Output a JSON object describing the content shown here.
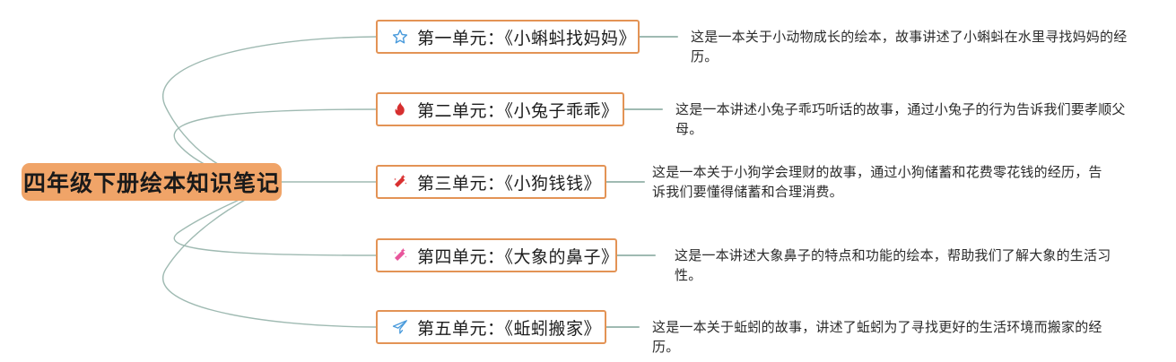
{
  "root": {
    "label": "四年级下册绘本知识笔记",
    "color": "#F0A468"
  },
  "theme": {
    "node_border": "#E39355",
    "edge_color": "#9FBAB2",
    "text_color": "#2b2b2b"
  },
  "branches": [
    {
      "icon": "star-icon",
      "icon_color": "#4A9BDC",
      "label": "第一单元：《小蝌蚪找妈妈》",
      "description": "这是一本关于小动物成长的绘本，故事讲述了小蝌蚪在水里寻找妈妈的经历。"
    },
    {
      "icon": "flame-icon",
      "icon_color": "#D62F2F",
      "label": "第二单元：《小兔子乖乖》",
      "description": "这是一本讲述小兔子乖巧听话的故事，通过小兔子的行为告诉我们要孝顺父母。"
    },
    {
      "icon": "magic-wand-icon",
      "icon_color": "#D93030",
      "label": "第三单元：《小狗钱钱》",
      "description": "这是一本关于小狗学会理财的故事，通过小狗储蓄和花费零花钱的经历，告诉我们要懂得储蓄和合理消费。"
    },
    {
      "icon": "magic-wand-icon",
      "icon_color": "#E8559B",
      "label": "第四单元：《大象的鼻子》",
      "description": "这是一本讲述大象鼻子的特点和功能的绘本，帮助我们了解大象的生活习性。"
    },
    {
      "icon": "paper-plane-icon",
      "icon_color": "#4A9BDC",
      "label": "第五单元：《蚯蚓搬家》",
      "description": "这是一本关于蚯蚓的故事，讲述了蚯蚓为了寻找更好的生活环境而搬家的经历。"
    }
  ]
}
